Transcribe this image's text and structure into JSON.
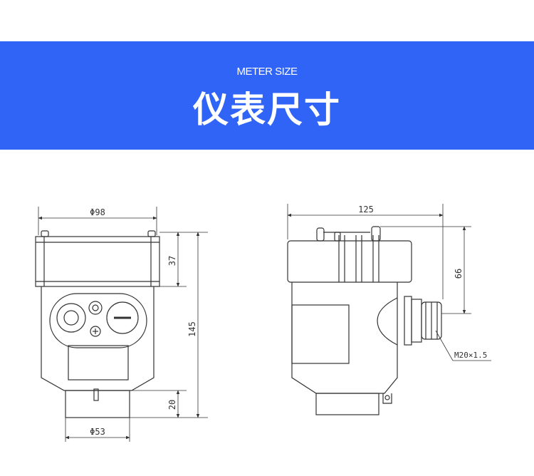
{
  "header": {
    "subtitle": "METER SIZE",
    "title": "仪表尺寸"
  },
  "dimensions": {
    "front": {
      "diameter_top": "Φ98",
      "height_cap": "37",
      "height_total": "145",
      "height_bottom": "20",
      "diameter_bottom": "Φ53"
    },
    "side": {
      "width": "125",
      "height_upper": "66",
      "thread": "M20×1.5"
    }
  },
  "colors": {
    "banner": "#2f64f6",
    "line": "#333333"
  }
}
